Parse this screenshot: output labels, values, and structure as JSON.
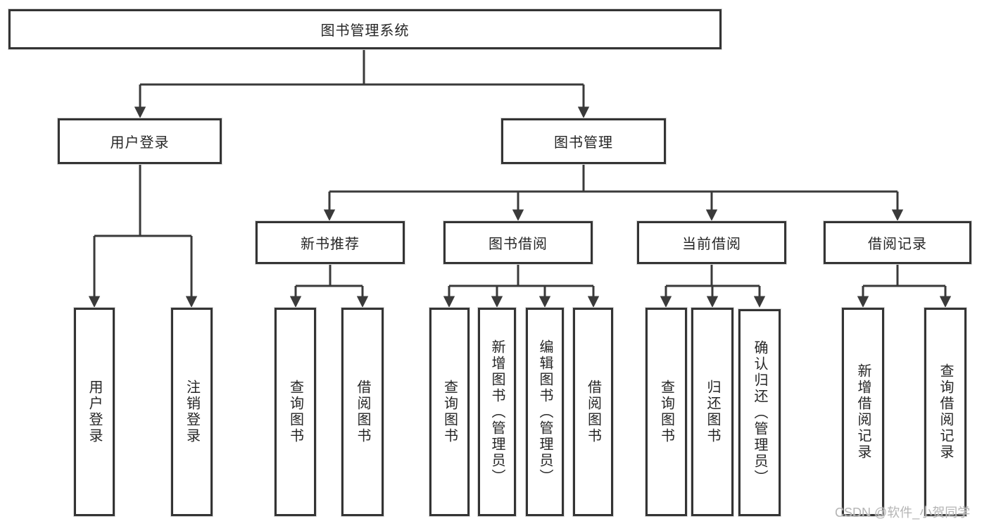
{
  "tree": {
    "label": "图书管理系统",
    "children": [
      {
        "label": "用户登录",
        "children": [
          {
            "label": "用户登录"
          },
          {
            "label": "注销登录"
          }
        ]
      },
      {
        "label": "图书管理",
        "children": [
          {
            "label": "新书推荐",
            "children": [
              {
                "label": "查询图书"
              },
              {
                "label": "借阅图书"
              }
            ]
          },
          {
            "label": "图书借阅",
            "children": [
              {
                "label": "查询图书"
              },
              {
                "label": "新增图书（管理员）"
              },
              {
                "label": "编辑图书（管理员）"
              },
              {
                "label": "借阅图书"
              }
            ]
          },
          {
            "label": "当前借阅",
            "children": [
              {
                "label": "查询图书"
              },
              {
                "label": "归还图书"
              },
              {
                "label": "确认归还（管理员）"
              }
            ]
          },
          {
            "label": "借阅记录",
            "children": [
              {
                "label": "新增借阅记录"
              },
              {
                "label": "查询借阅记录"
              }
            ]
          }
        ]
      }
    ]
  },
  "watermark": "CSDN @软件_小贺同学",
  "colors": {
    "line": "#3a3a3a",
    "border": "#343434",
    "text": "#262626",
    "watermark": "#b5b5b5"
  }
}
